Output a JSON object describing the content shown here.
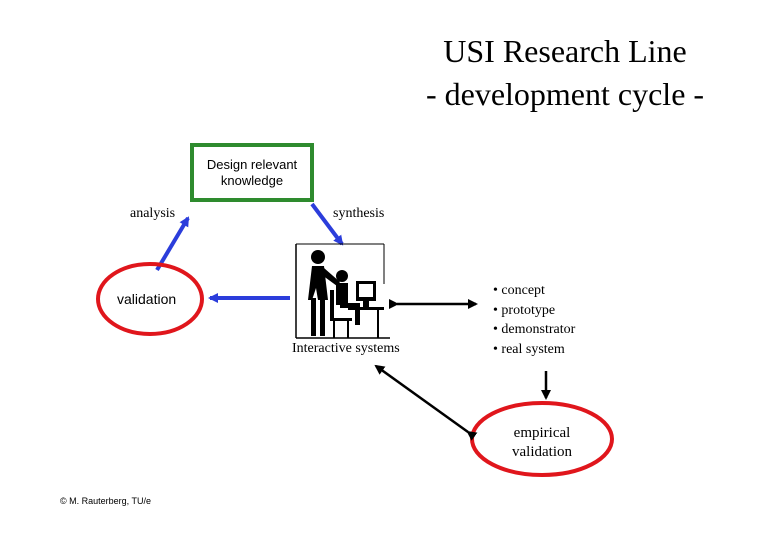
{
  "title": {
    "line1": "USI  Research Line",
    "line2": "- development cycle -"
  },
  "nodes": {
    "knowledge": "Design relevant knowledge",
    "analysis": "analysis",
    "synthesis": "synthesis",
    "validation": "validation",
    "interactive_systems": "Interactive systems",
    "empirical_validation_line1": "empirical",
    "empirical_validation_line2": "validation"
  },
  "products": [
    "• concept",
    "• prototype",
    "• demonstrator",
    "• real  system"
  ],
  "footer": {
    "copyright": "© M. Rauterberg, TU/e"
  },
  "colors": {
    "arrow_blue": "#2b3ddb",
    "ellipse_red": "#e0161c",
    "box_green": "#2e8b2e",
    "black": "#000000"
  },
  "icons": {
    "interactive_systems": "person-at-computer-icon"
  }
}
